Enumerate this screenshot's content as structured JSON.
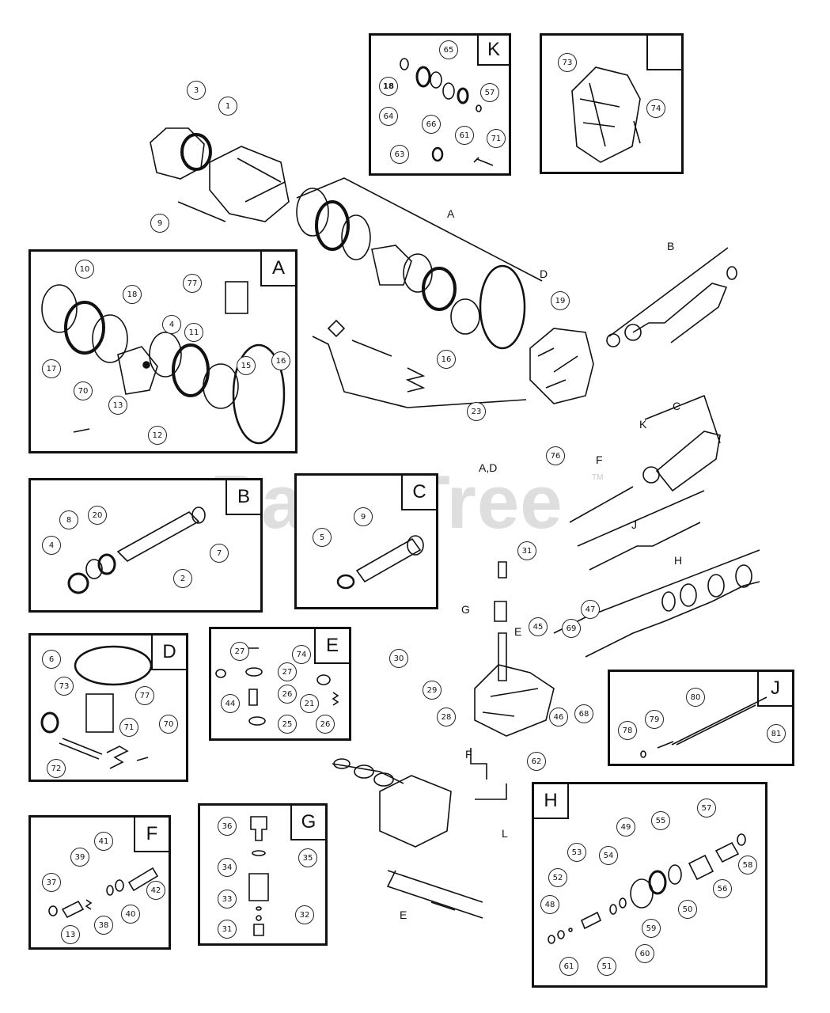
{
  "watermark": "PartsTree",
  "watermark_tm": "TM",
  "box_labels": {
    "K": "K",
    "blank": "",
    "A": "A",
    "B": "B",
    "C": "C",
    "D": "D",
    "E": "E",
    "J": "J",
    "F": "F",
    "G": "G",
    "H": "H"
  },
  "main_letters": [
    "A",
    "B",
    "C",
    "D",
    "F",
    "J",
    "H",
    "K",
    "G",
    "E",
    "F",
    "L",
    "A,D",
    "E"
  ],
  "callouts": {
    "main": [
      "3",
      "1",
      "9",
      "19",
      "16",
      "23",
      "76",
      "31",
      "30",
      "29",
      "28",
      "45",
      "69",
      "47",
      "46",
      "68",
      "62"
    ],
    "K": [
      "65",
      "18",
      "57",
      "64",
      "66",
      "61",
      "71",
      "63"
    ],
    "blank": [
      "73",
      "74"
    ],
    "A": [
      "10",
      "18",
      "77",
      "4",
      "11",
      "17",
      "13",
      "15",
      "16",
      "70",
      "12"
    ],
    "B": [
      "8",
      "20",
      "4",
      "2",
      "7"
    ],
    "C": [
      "9",
      "5"
    ],
    "D": [
      "6",
      "73",
      "77",
      "71",
      "70",
      "72"
    ],
    "E": [
      "27",
      "74",
      "27",
      "26",
      "44",
      "21",
      "25",
      "26"
    ],
    "J": [
      "80",
      "78",
      "79",
      "81"
    ],
    "F": [
      "41",
      "39",
      "37",
      "40",
      "42",
      "38",
      "13"
    ],
    "G": [
      "36",
      "35",
      "34",
      "33",
      "32",
      "31"
    ],
    "H": [
      "57",
      "49",
      "55",
      "53",
      "54",
      "52",
      "48",
      "56",
      "58",
      "50",
      "59",
      "60",
      "61",
      "51"
    ]
  }
}
